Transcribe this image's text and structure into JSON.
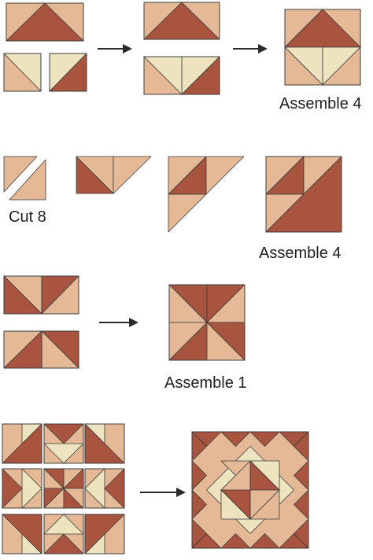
{
  "colors": {
    "rust": "#a9543f",
    "tan": "#e5b996",
    "cream": "#ede3bf",
    "stroke": "#3c3c3c",
    "arrow": "#2a2a2a"
  },
  "labels": {
    "step1": "Assemble 4",
    "step2_cut": "Cut 8",
    "step2": "Assemble 4",
    "step3": "Assemble 1"
  }
}
